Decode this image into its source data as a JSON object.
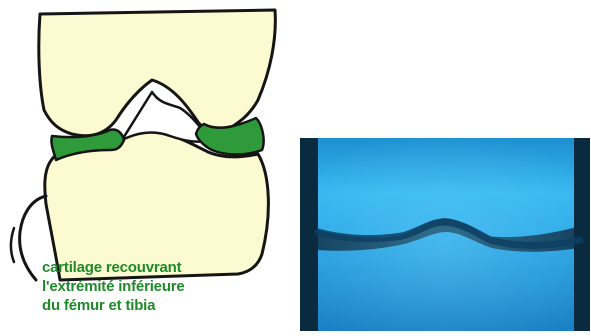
{
  "caption": {
    "lines": [
      "cartilage recouvrant",
      "l'extrémité inférieure",
      "du fémur et tibia"
    ]
  },
  "colors": {
    "bone": "#fbfad0",
    "cartilage": "#2e9a3a",
    "outline": "#151515",
    "caption_text": "#1f8a2a",
    "xray_background": "#0d3a55",
    "xray_bone": "#2aa6e6"
  }
}
